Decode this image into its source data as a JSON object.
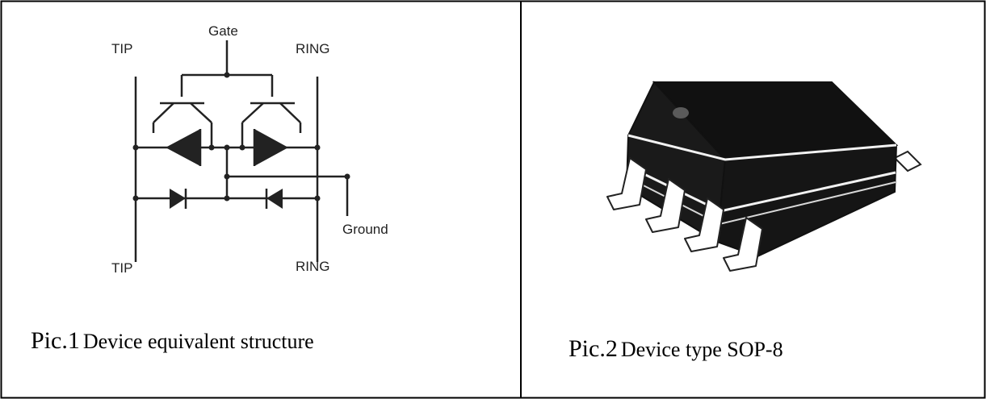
{
  "panel_left": {
    "labels": {
      "gate": "Gate",
      "tip_top": "TIP",
      "ring_top": "RING",
      "tip_bottom": "TIP",
      "ring_bottom": "RING",
      "ground": "Ground"
    },
    "caption_prefix": "Pic.1",
    "caption_text": "Device equivalent structure"
  },
  "panel_right": {
    "caption_prefix": "Pic.2",
    "caption_text": "Device type SOP-8"
  }
}
